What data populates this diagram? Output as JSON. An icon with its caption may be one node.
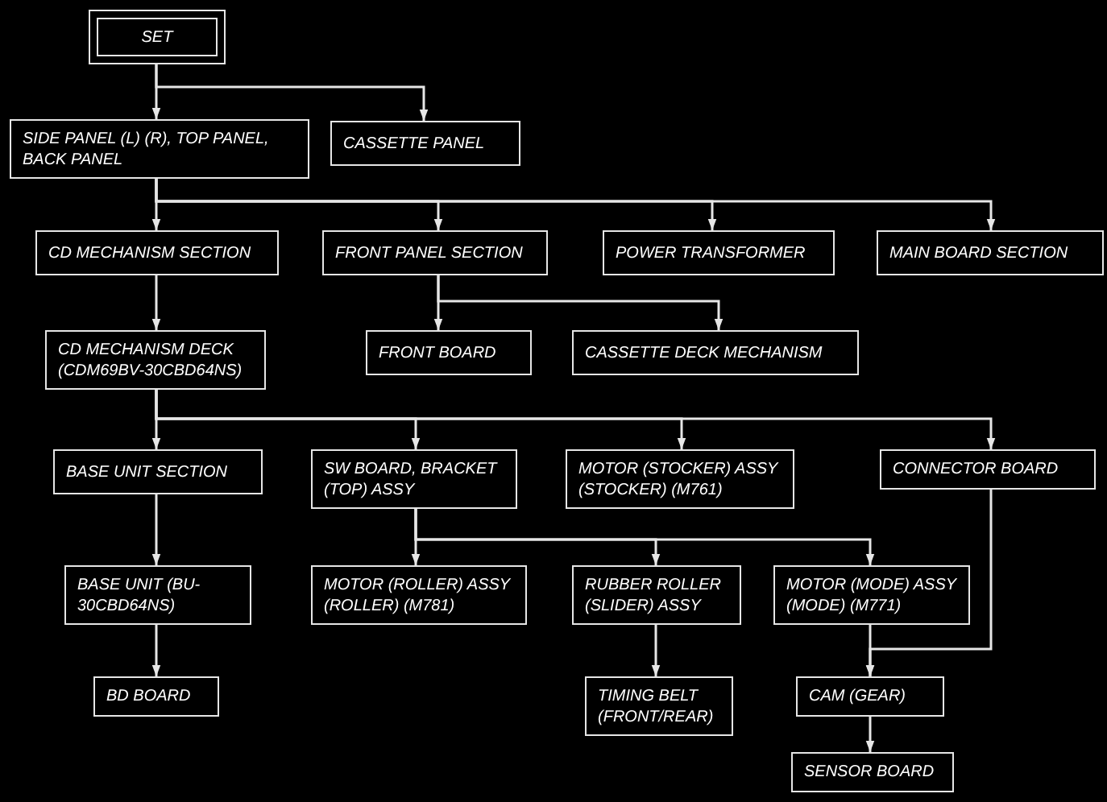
{
  "diagram": {
    "nodes": [
      {
        "text": [
          "SET"
        ]
      },
      {
        "text": [
          "SIDE PANEL (L) (R), TOP PANEL, BACK PANEL"
        ]
      },
      {
        "text": [
          "CASSETTE PANEL"
        ]
      },
      {
        "text": [
          "CD MECHANISM SECTION"
        ]
      },
      {
        "text": [
          "FRONT PANEL SECTION"
        ]
      },
      {
        "text": [
          "POWER TRANSFORMER"
        ]
      },
      {
        "text": [
          "MAIN BOARD SECTION"
        ]
      },
      {
        "text": [
          "CD MECHANISM DECK (CDM69BV-30CBD64NS)"
        ]
      },
      {
        "text": [
          "FRONT BOARD"
        ]
      },
      {
        "text": [
          "CASSETTE DECK MECHANISM"
        ]
      },
      {
        "text": [
          "BASE UNIT SECTION"
        ]
      },
      {
        "text": [
          "SW BOARD, BRACKET (TOP) ASSY"
        ]
      },
      {
        "text": [
          "MOTOR (STOCKER) ASSY (STOCKER) (M761)"
        ]
      },
      {
        "text": [
          "CONNECTOR BOARD"
        ]
      },
      {
        "text": [
          "BASE UNIT (BU-30CBD64NS)"
        ]
      },
      {
        "text": [
          "MOTOR (ROLLER) ASSY (ROLLER) (M781)"
        ]
      },
      {
        "text": [
          "RUBBER ROLLER (SLIDER) ASSY"
        ]
      },
      {
        "text": [
          "MOTOR (MODE) ASSY (MODE) (M771)"
        ]
      },
      {
        "text": [
          "BD BOARD"
        ]
      },
      {
        "text": [
          "TIMING BELT (FRONT/REAR)"
        ]
      },
      {
        "text": [
          "CAM (GEAR)"
        ]
      },
      {
        "text": [
          "SENSOR BOARD"
        ]
      }
    ],
    "edges": [
      {
        "from": 0,
        "to": 1,
        "arrow": "to"
      },
      {
        "from": 0,
        "to": 2,
        "arrow": "to"
      },
      {
        "from": 1,
        "to": 3,
        "arrow": "to"
      },
      {
        "from": 1,
        "to": 4,
        "arrow": "to"
      },
      {
        "from": 1,
        "to": 5,
        "arrow": "to"
      },
      {
        "from": 1,
        "to": 6,
        "arrow": "to"
      },
      {
        "from": 3,
        "to": 7,
        "arrow": "to"
      },
      {
        "from": 4,
        "to": 8,
        "arrow": "to"
      },
      {
        "from": 4,
        "to": 9,
        "arrow": "to"
      },
      {
        "from": 7,
        "to": 10,
        "arrow": "to"
      },
      {
        "from": 7,
        "to": 11,
        "arrow": "to"
      },
      {
        "from": 7,
        "to": 12,
        "arrow": "to"
      },
      {
        "from": 7,
        "to": 13,
        "arrow": "to"
      },
      {
        "from": 10,
        "to": 14,
        "arrow": "to"
      },
      {
        "from": 14,
        "to": 18,
        "arrow": "to"
      },
      {
        "from": 11,
        "to": 15,
        "arrow": "to"
      },
      {
        "from": 11,
        "to": 16,
        "arrow": "to"
      },
      {
        "from": 11,
        "to": 17,
        "arrow": "to"
      },
      {
        "from": 16,
        "to": 19,
        "arrow": "to"
      },
      {
        "from": 17,
        "to": 20,
        "arrow": "to"
      },
      {
        "from": 13,
        "to": 20,
        "arrow": "to"
      },
      {
        "from": 20,
        "to": 21,
        "arrow": "to"
      }
    ]
  }
}
